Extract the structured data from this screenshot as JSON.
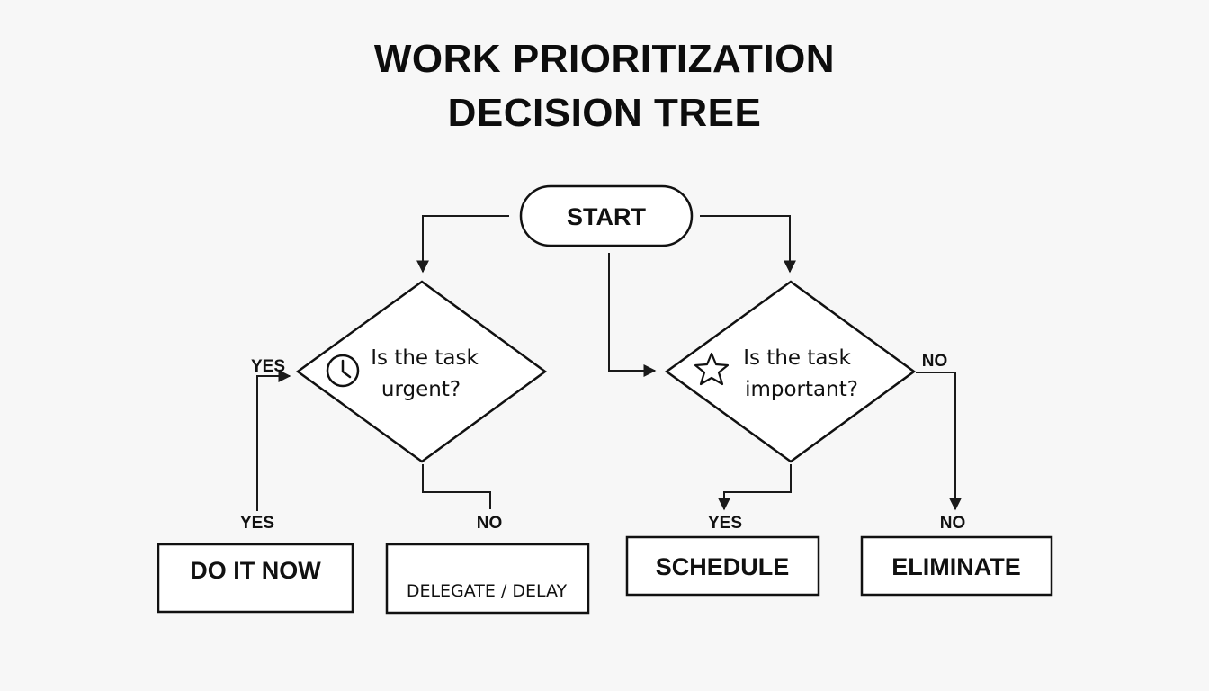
{
  "title": {
    "line1": "WORK PRIORITIZATION",
    "line2": "DECISION TREE"
  },
  "nodes": {
    "start": {
      "label": "START"
    },
    "urgent_decision": {
      "line1": "Is the task",
      "line2": "urgent?",
      "icon": "clock-icon"
    },
    "important_decision": {
      "line1": "Is the task",
      "line2": "important?",
      "icon": "star-icon"
    },
    "do_it_now": {
      "label": "DO IT NOW"
    },
    "delegate": {
      "label": "DELEGATE / DELAY"
    },
    "schedule": {
      "label": "SCHEDULE"
    },
    "eliminate": {
      "label": "ELIMINATE"
    }
  },
  "edge_labels": {
    "urgent_yes_side": "YES",
    "urgent_yes_bottom": "YES",
    "urgent_no": "NO",
    "important_no_side": "NO",
    "important_yes": "YES",
    "important_no_bottom": "NO"
  },
  "colors": {
    "background": "#f7f7f7",
    "stroke": "#111111",
    "node_fill": "#ffffff"
  }
}
